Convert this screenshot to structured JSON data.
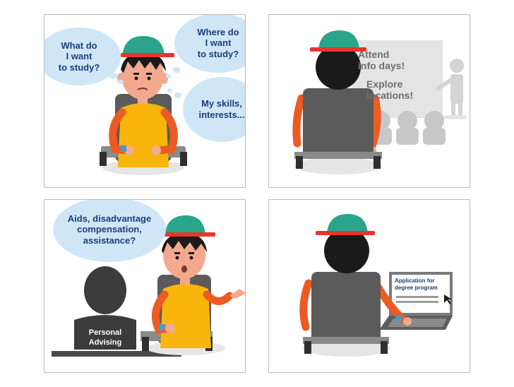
{
  "panel1": {
    "bubble_left": "What do\nI want\nto study?",
    "bubble_top": "Where do\nI want\nto study?",
    "bubble_right": "My skills,\ninterests..."
  },
  "panel2": {
    "info_days": "Attend\ninfo days!",
    "locations": "Explore\nlocations!"
  },
  "panel3": {
    "bubble": "Aids, disadvantage\ncompensation,\nassistance?",
    "advisor_label": "Personal\nAdvising"
  },
  "panel4": {
    "screen_text": "Application for\ndegree program"
  },
  "colors": {
    "bubble": "#cfe6f7",
    "bubble_text": "#1b3f78",
    "cap_teal": "#2aa58b",
    "cap_brim": "#e8342c",
    "shirt_yellow": "#f9b50c",
    "sleeve_orange": "#ec5b23",
    "skin": "#f3a98e",
    "chair": "#5b5b5b",
    "silhouette_gray": "#c8c8c8",
    "advisor": "#3b3b3b"
  }
}
